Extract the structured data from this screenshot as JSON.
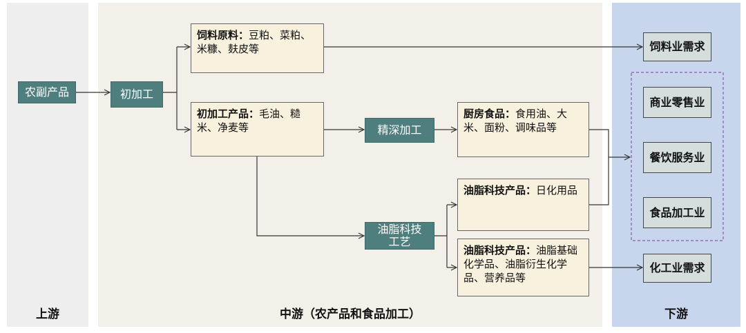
{
  "sections": {
    "upstream": "上游",
    "midstream": "中游（农产品和食品加工）",
    "downstream": "下游"
  },
  "colors": {
    "upstream_bg": "#eeeeee",
    "midstream_bg": "#f3f0e9",
    "downstream_bg": "#c7d6ec",
    "process_box": "#4f7e7f",
    "product_box": "#f8f1de",
    "demand_box": "#d5dedd",
    "dashed_border": "#8a5aa8"
  },
  "nodes": {
    "agri": "农副产品",
    "primary": "初加工",
    "feed_title": "饲料原料：",
    "feed_text": "豆粕、菜粕、米糠、麸皮等",
    "primary_product_title": "初加工产品：",
    "primary_product_text": "毛油、糙米、净麦等",
    "deep": "精深加工",
    "oleo_tech_line1": "油脂科技",
    "oleo_tech_line2": "工艺",
    "kitchen_title": "厨房食品：",
    "kitchen_text": "食用油、大米、面粉、调味品等",
    "oleo_daily_title": "油脂科技产品：",
    "oleo_daily_text": "日化用品",
    "oleo_chem_title": "油脂科技产品：",
    "oleo_chem_text": "油脂基础化学品、油脂衍生化学品、营养品等",
    "feed_demand": "饲料业需求",
    "retail": "商业零售业",
    "catering": "餐饮服务业",
    "food_processing": "食品加工业",
    "chem_demand": "化工业需求"
  }
}
